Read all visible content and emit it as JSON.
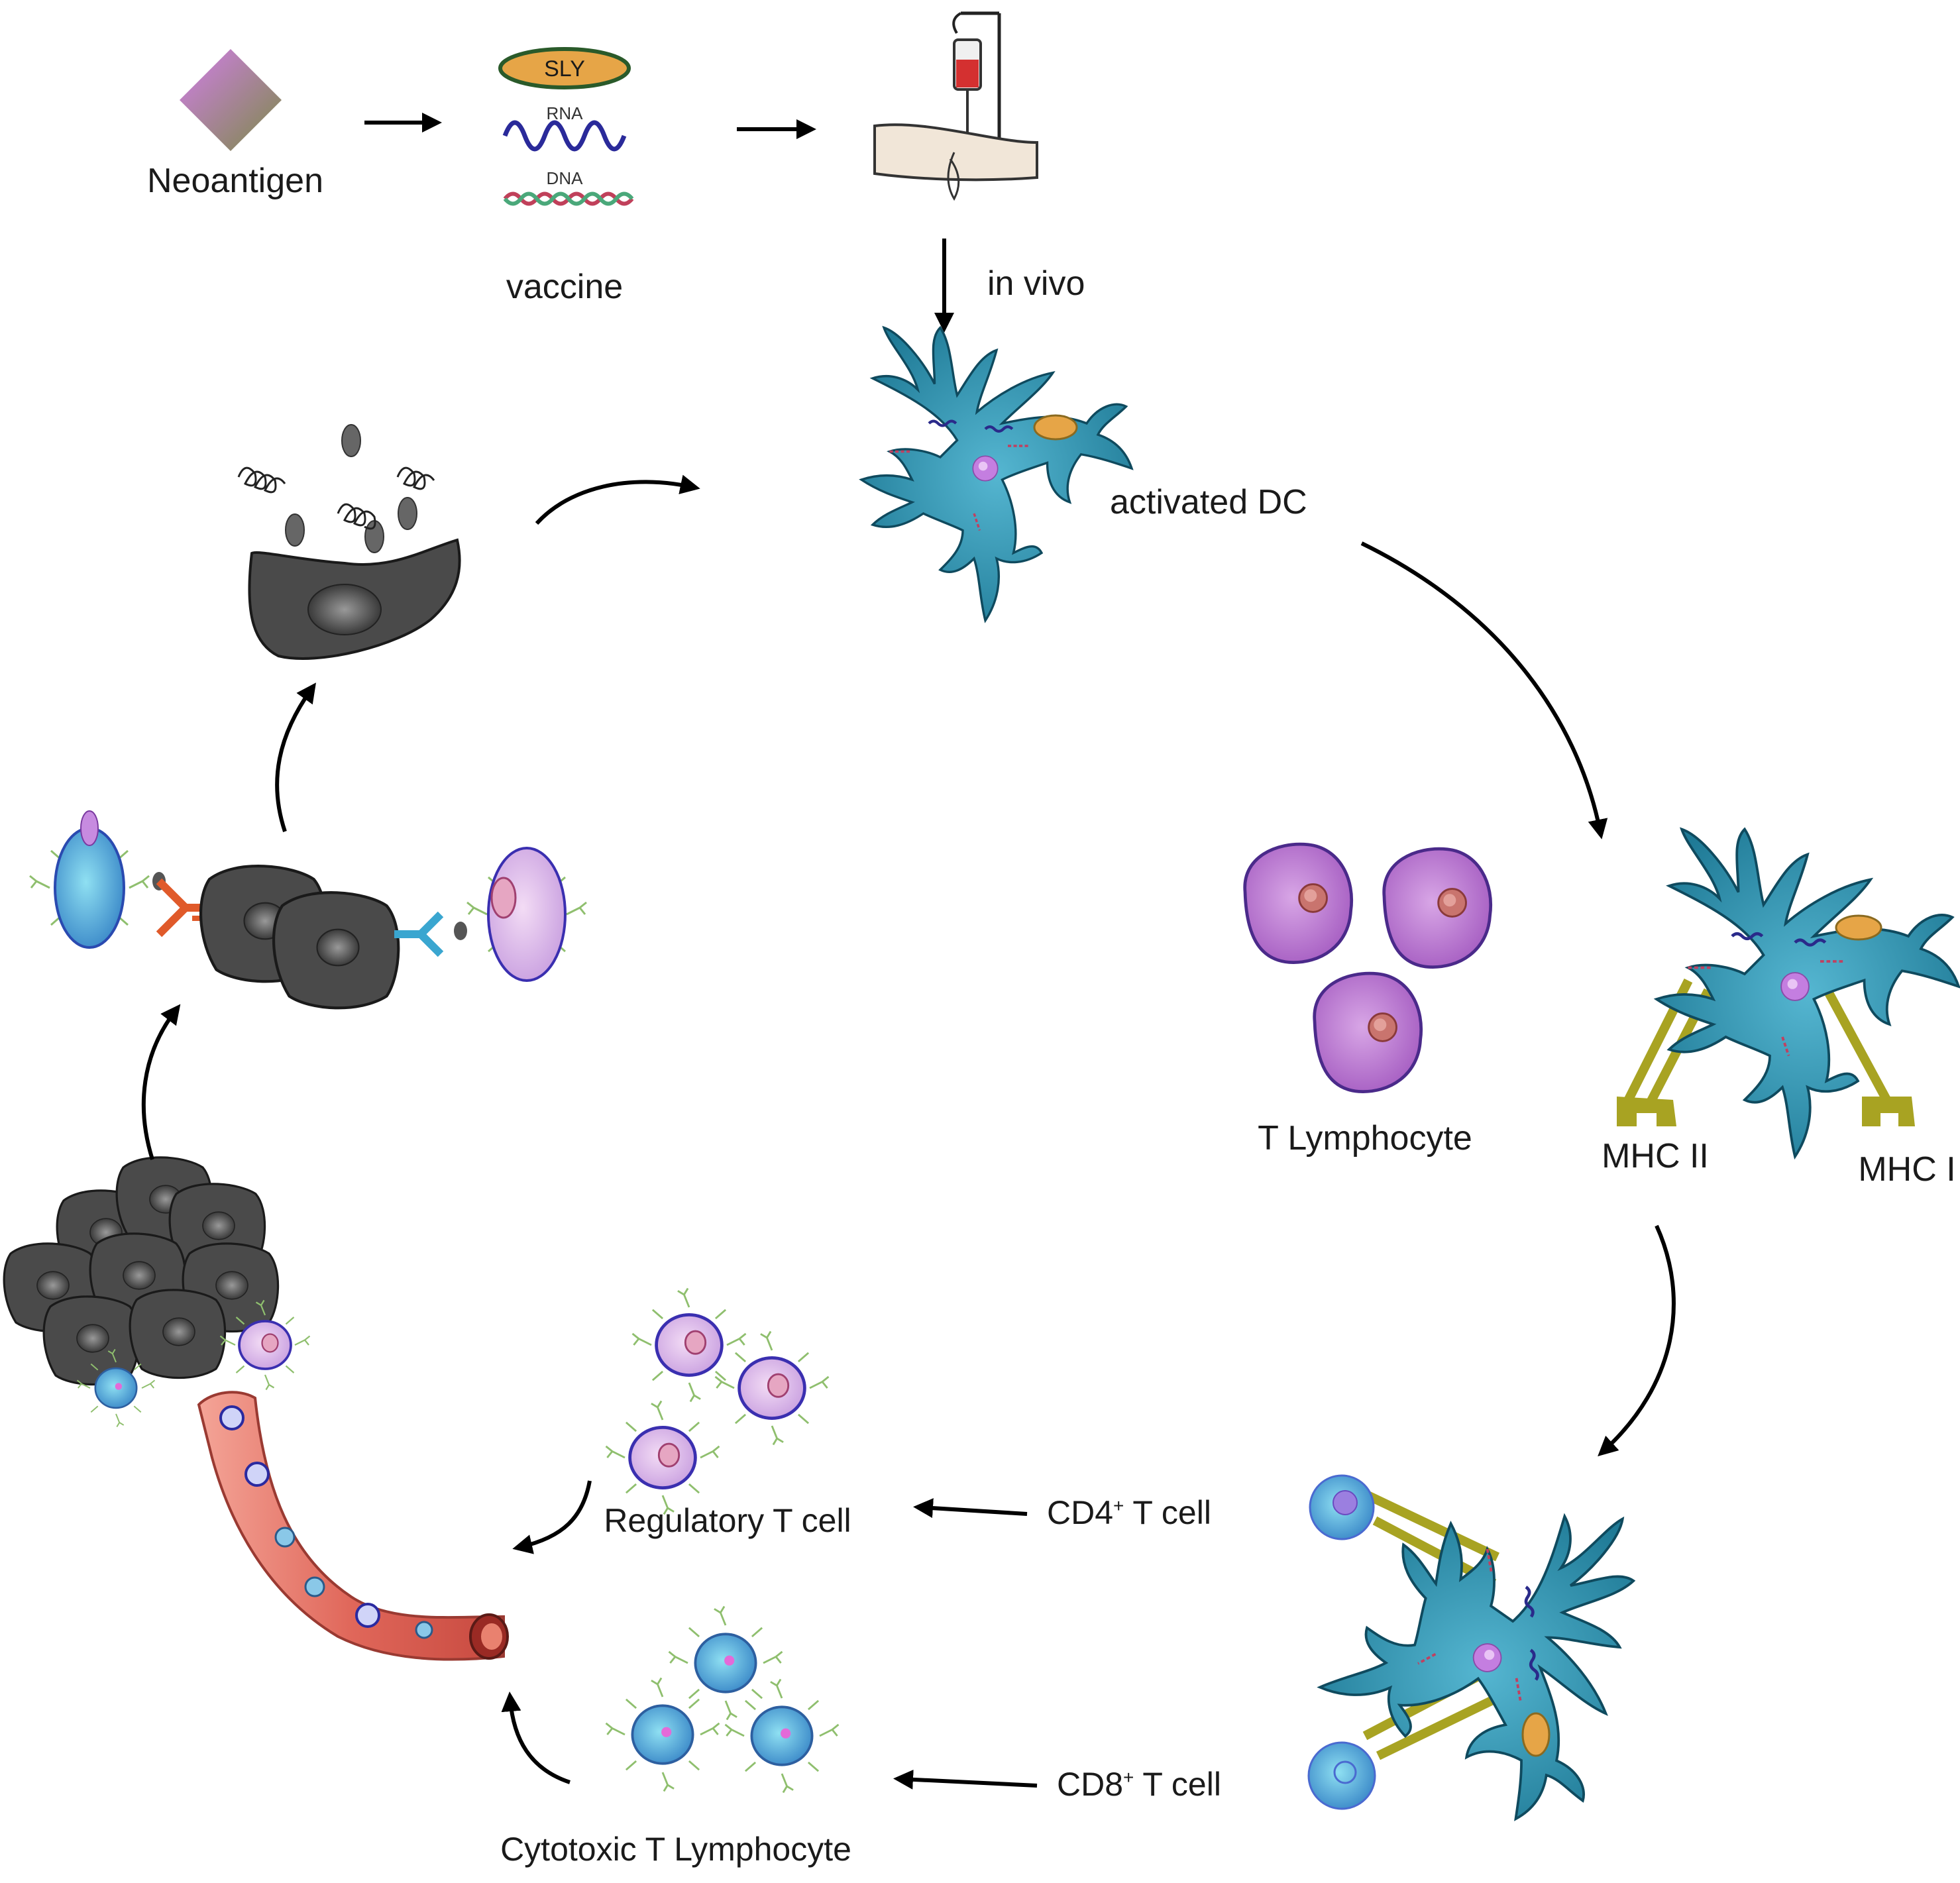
{
  "labels": {
    "neoantigen": "Neoantigen",
    "sly": "SLY",
    "rna": "RNA",
    "dna": "DNA",
    "vaccine": "vaccine",
    "in_vivo": "in vivo",
    "activated_dc": "activated DC",
    "t_lymphocyte": "T Lymphocyte",
    "mhc_ii": "MHC II",
    "mhc_i": "MHC I",
    "cd4_prefix": "CD4",
    "cd4_sup": "+",
    "cd4_suffix": " T cell",
    "cd8_prefix": "CD8",
    "cd8_sup": "+",
    "cd8_suffix": " T cell",
    "regulatory_t_cell": "Regulatory T cell",
    "cytotoxic_t_lymphocyte": "Cytotoxic T Lymphocyte"
  },
  "colors": {
    "dc_body": "#1f7a96",
    "dc_outline": "#0f4a5e",
    "tumor": "#555555",
    "t_cell": "#b36cc9",
    "vessel": "#e0675a",
    "mhc": "#a8a322",
    "arrow": "#000000"
  }
}
